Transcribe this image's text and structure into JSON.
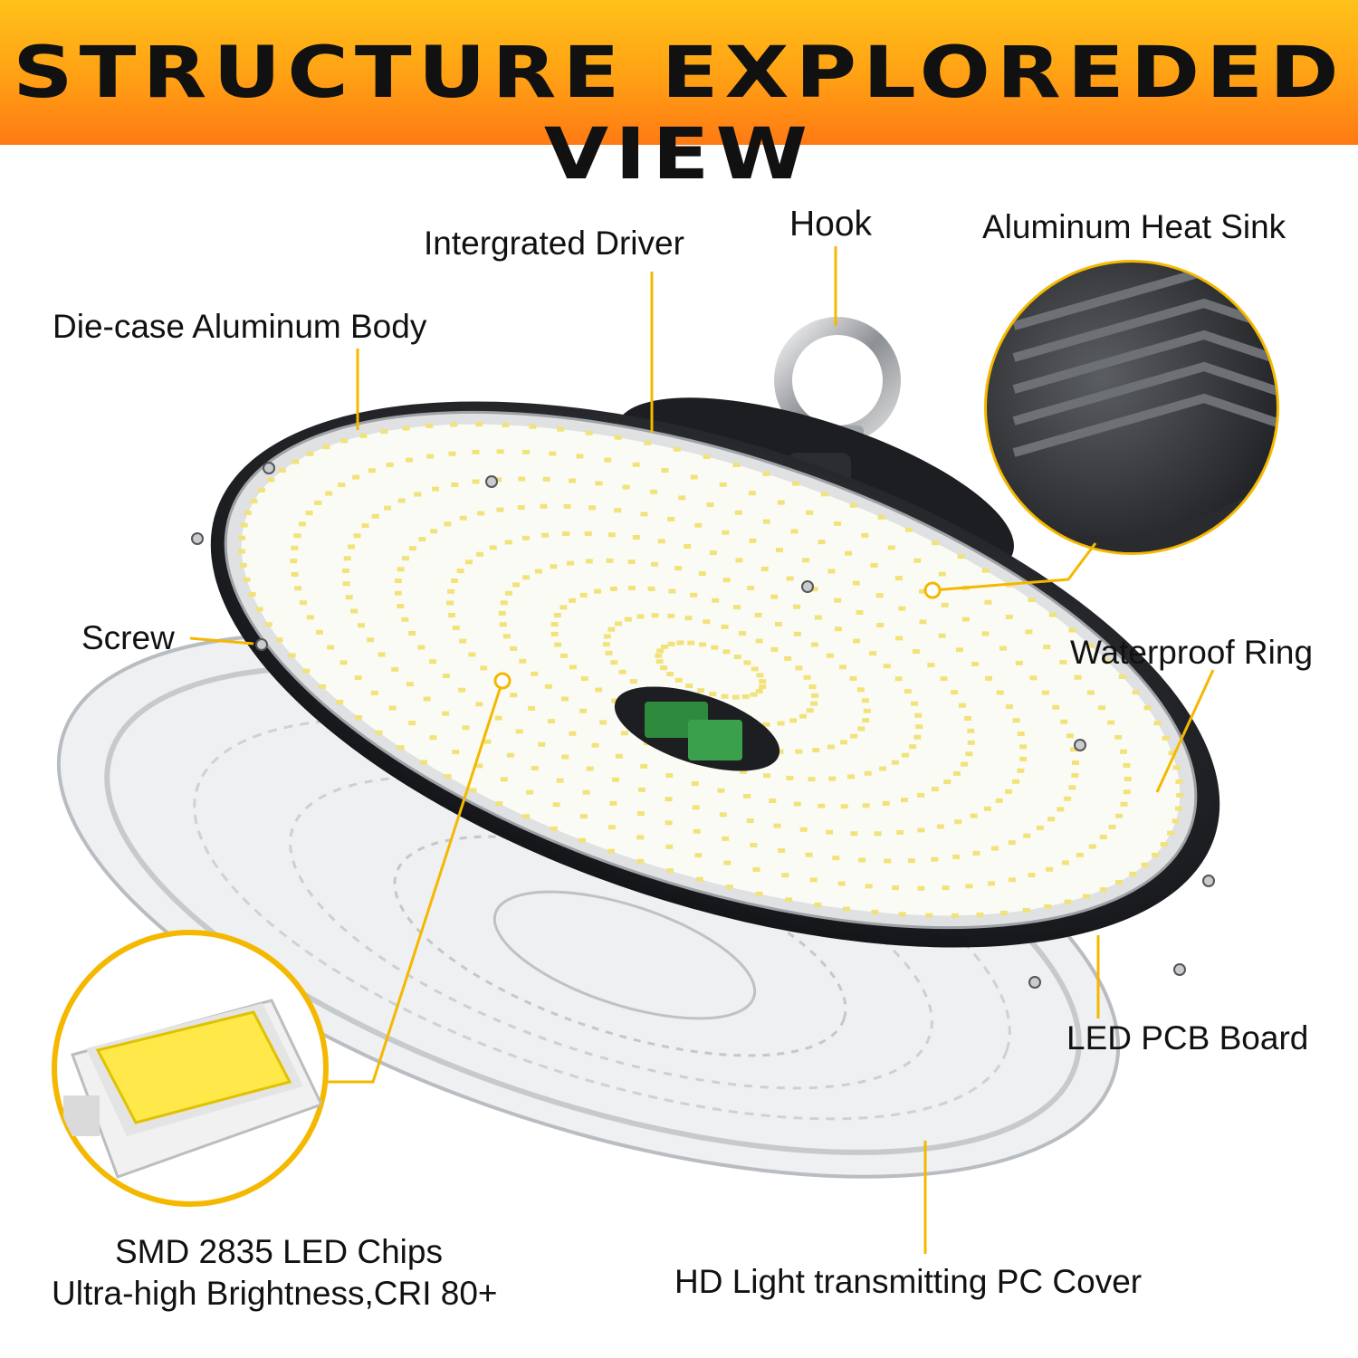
{
  "title": "STRUCTURE EXPLOREDED VIEW",
  "labels": {
    "hook": "Hook",
    "driver": "Intergrated Driver",
    "heat_sink": "Aluminum Heat Sink",
    "body": "Die-case Aluminum Body",
    "screw": "Screw",
    "waterproof_ring": "Waterproof Ring",
    "pcb_board": "LED PCB Board",
    "led_chips_line1": "SMD 2835 LED Chips",
    "led_chips_line2": "Ultra-high Brightness,CRI 80+",
    "pc_cover": "HD Light transmitting PC Cover"
  },
  "colors": {
    "banner_top": "#ffc21a",
    "banner_bottom": "#ff7a14",
    "leader": "#f5b800",
    "led": "#f2e27a"
  }
}
